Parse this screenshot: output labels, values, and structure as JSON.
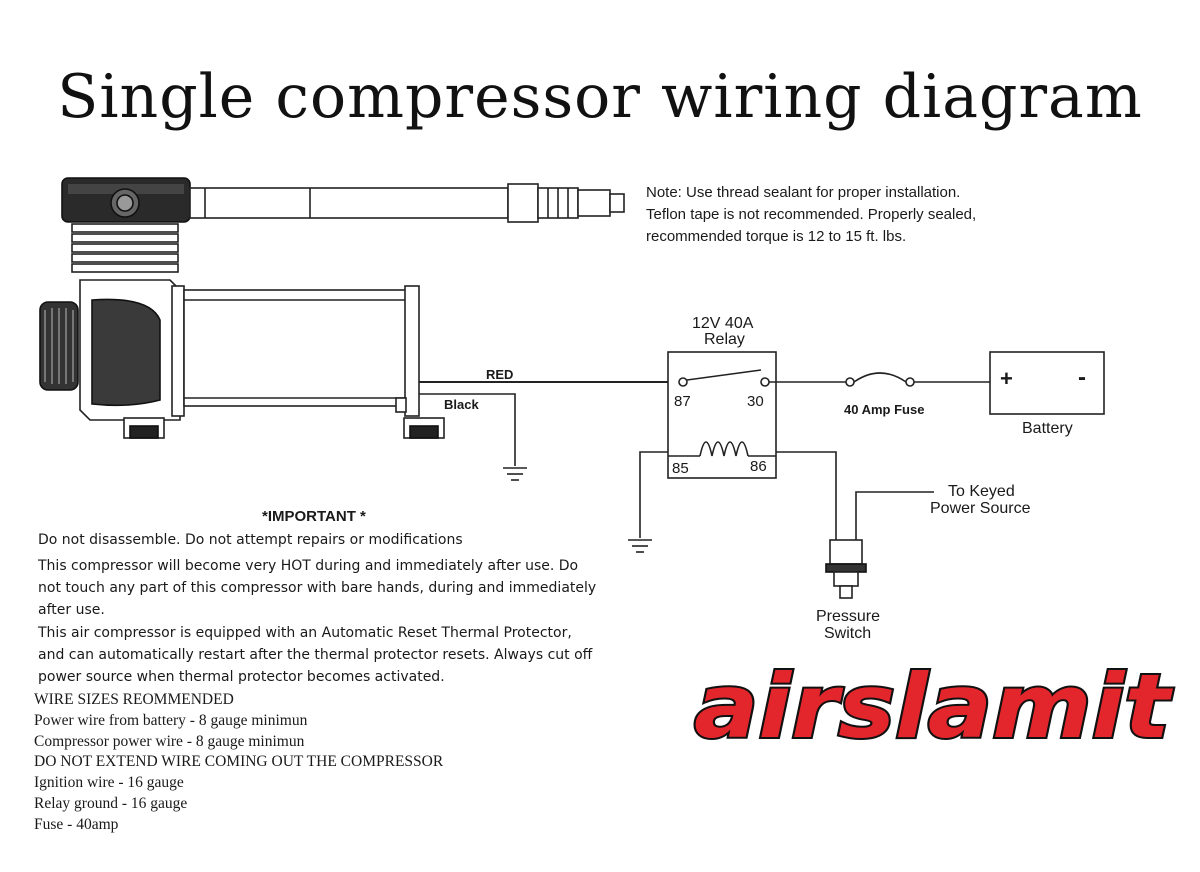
{
  "title": "Single compressor wiring diagram",
  "note": [
    "Note: Use thread sealant for proper installation.",
    "Teflon tape is not recommended. Properly sealed,",
    "recommended torque is 12 to 15 ft. lbs."
  ],
  "relay": {
    "rating": "12V  40A",
    "name": "Relay",
    "pins": {
      "p87": "87",
      "p30": "30",
      "p85": "85",
      "p86": "86"
    }
  },
  "wires": {
    "red": "RED",
    "black": "Black"
  },
  "fuse_label": "40 Amp Fuse",
  "battery": {
    "label": "Battery",
    "plus": "+",
    "minus": "-"
  },
  "keyed": [
    "To Keyed",
    "Power Source"
  ],
  "pressure_switch": [
    "Pressure",
    "Switch"
  ],
  "important": {
    "heading": "*IMPORTANT *",
    "lines": [
      "Do not disassemble. Do not attempt repairs or modifications",
      "This compressor will become very HOT during and immediately after use. Do",
      "not touch any part of this compressor with bare hands, during and immediately",
      "after use.",
      "This air compressor is equipped with an Automatic Reset Thermal Protector,",
      "and can automatically restart after the thermal protector resets. Always cut off",
      "power source when thermal protector becomes activated."
    ]
  },
  "wire_sizes": [
    "WIRE SIZES REOMMENDED",
    "Power wire from battery - 8 gauge minimun",
    "Compressor power wire - 8 gauge minimun",
    "DO NOT EXTEND WIRE COMING OUT THE COMPRESSOR",
    "Ignition wire - 16 gauge",
    "Relay ground - 16 gauge",
    "Fuse - 40amp"
  ],
  "logo_text": "airslamit",
  "colors": {
    "logo_red": "#e3262b",
    "logo_outline": "#111111",
    "line": "#222222"
  }
}
